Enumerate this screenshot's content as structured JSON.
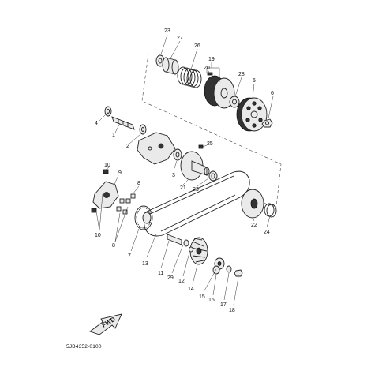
{
  "diagram": {
    "catalog_code": "5JB4352-0100",
    "fwd_label": "FWD",
    "callouts": {
      "c1": "1",
      "c2": "2",
      "c3": "3",
      "c4": "4",
      "c5": "5",
      "c6": "6",
      "c7": "7",
      "c8a": "8",
      "c8b": "8",
      "c9": "9",
      "c10a": "10",
      "c10b": "10",
      "c11": "11",
      "c12": "12",
      "c13": "13",
      "c14": "14",
      "c15": "15",
      "c16": "16",
      "c17": "17",
      "c18": "18",
      "c19": "19",
      "c20": "20",
      "c21": "21",
      "c22": "22",
      "c23a": "23",
      "c23b": "23",
      "c24": "24",
      "c25": "25",
      "c26": "26",
      "c27": "27",
      "c28": "28",
      "c29": "29"
    }
  }
}
